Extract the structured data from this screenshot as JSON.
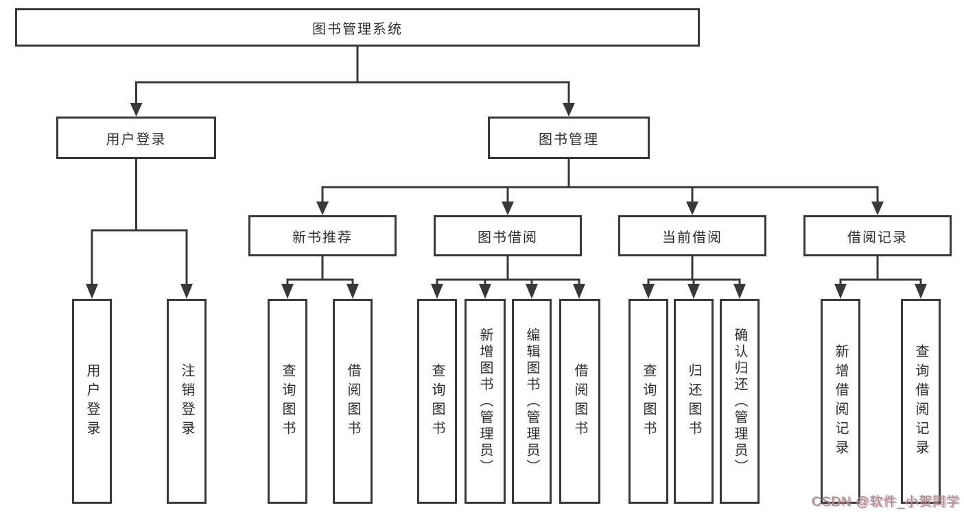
{
  "nodes": {
    "root": "图书管理系统",
    "level2": {
      "user_login": "用户登录",
      "book_management": "图书管理"
    },
    "level3": {
      "new_book_recommend": "新书推荐",
      "book_borrow": "图书借阅",
      "current_borrow": "当前借阅",
      "borrow_records": "借阅记录"
    },
    "leaves": {
      "user_login": "用户登录",
      "logout": "注销登录",
      "nb_query_books": "查询图书",
      "nb_borrow_books": "借阅图书",
      "bb_query_books": "查询图书",
      "bb_add_books_admin": "新增图书（管理员）",
      "bb_edit_books_admin": "编辑图书（管理员）",
      "bb_borrow_books": "借阅图书",
      "cb_query_books": "查询图书",
      "cb_return_books": "归还图书",
      "cb_confirm_return_admin": "确认归还（管理员）",
      "br_add_record": "新增借阅记录",
      "br_query_record": "查询借阅记录"
    }
  },
  "watermark": "CSDN @软件_小贺同学",
  "colors": {
    "line": "#383838",
    "text": "#2f2f2f",
    "background": "#ffffff",
    "watermark_text": "#8f929b",
    "watermark_shadow": "#d96a6a"
  }
}
